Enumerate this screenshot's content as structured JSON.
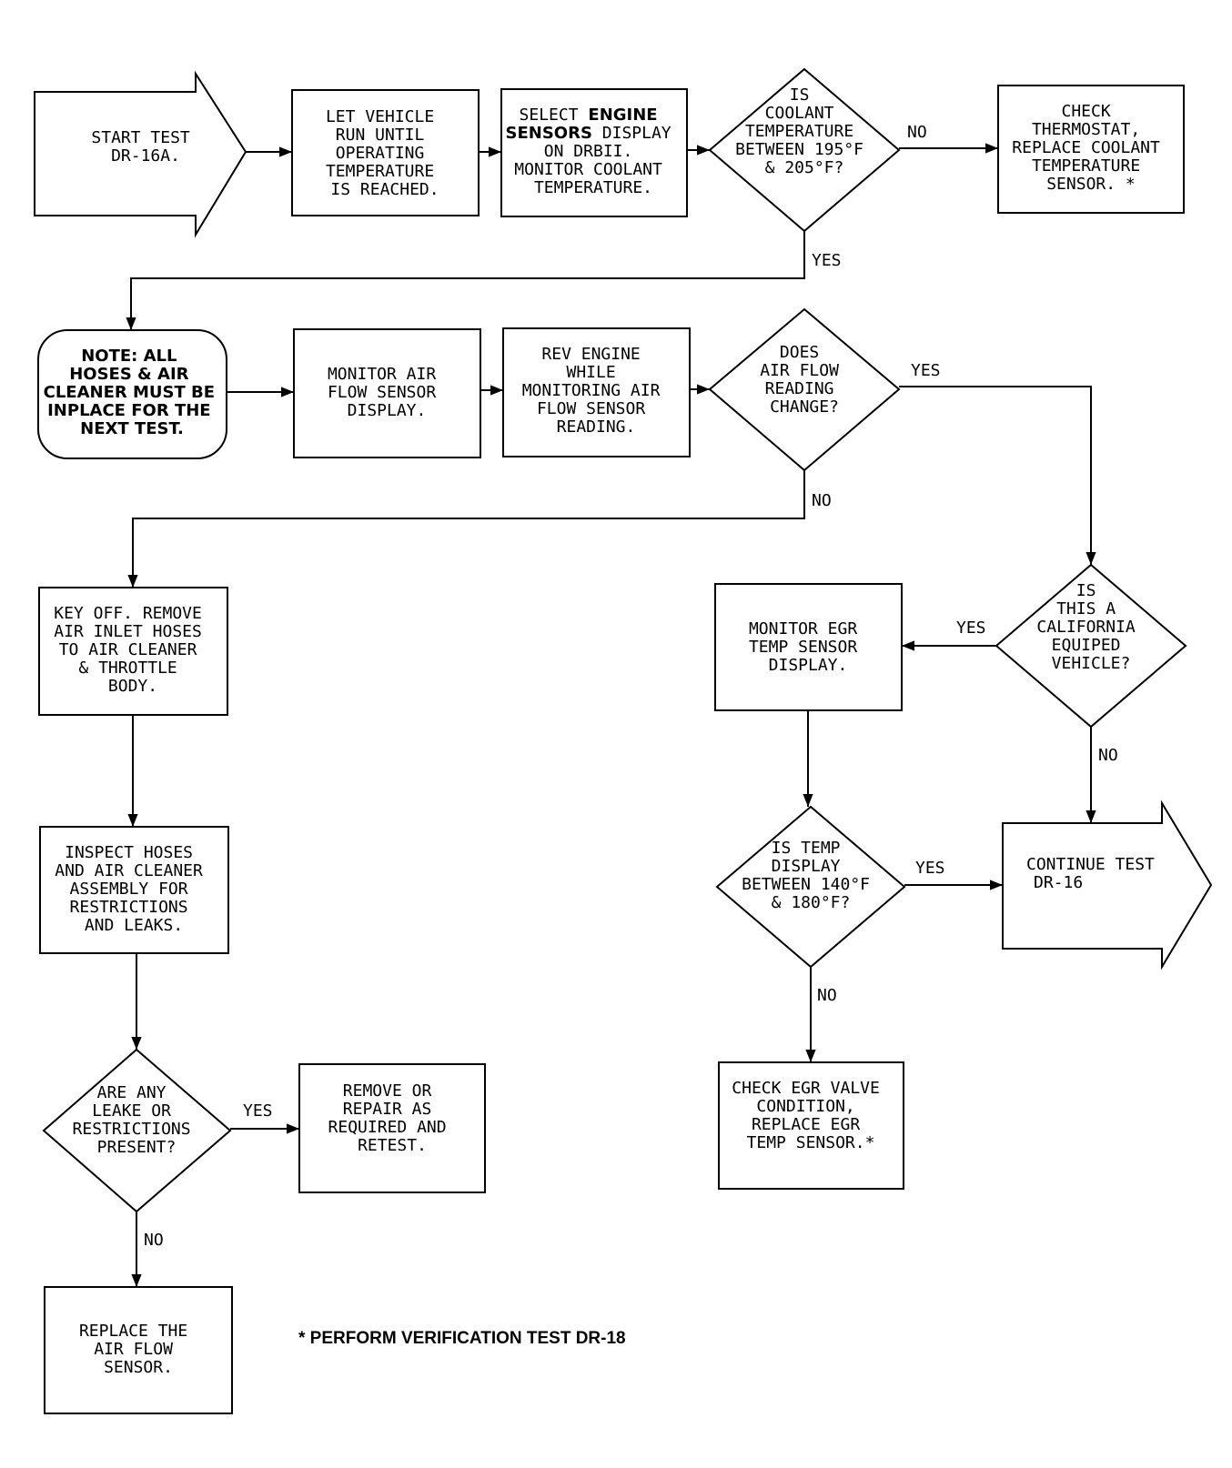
{
  "nodes": {
    "start": [
      "START TEST",
      "DR-16A."
    ],
    "let_vehicle_run": [
      "LET VEHICLE",
      "RUN UNTIL",
      "OPERATING",
      "TEMPERATURE",
      "IS REACHED."
    ],
    "select_engine_sensors": {
      "line1_prefix": "SELECT ",
      "line1_bold": "ENGINE",
      "line2_bold": "SENSORS",
      "line2_suffix": " DISPLAY",
      "rest": [
        "ON DRBII.",
        "MONITOR COOLANT",
        "TEMPERATURE."
      ]
    },
    "coolant_decision": [
      "IS",
      "COOLANT",
      "TEMPERATURE",
      "BETWEEN 195°F",
      "& 205°F?"
    ],
    "check_thermostat": [
      "CHECK",
      "THERMOSTAT,",
      "REPLACE COOLANT",
      "TEMPERATURE",
      "SENSOR. *"
    ],
    "note": [
      "NOTE:  ALL",
      "HOSES & AIR",
      "CLEANER MUST BE",
      "INPLACE FOR THE",
      "NEXT TEST."
    ],
    "monitor_air_flow": [
      "MONITOR AIR",
      "FLOW SENSOR",
      "DISPLAY."
    ],
    "rev_engine": [
      "REV ENGINE",
      "WHILE",
      "MONITORING AIR",
      "FLOW SENSOR",
      "READING."
    ],
    "air_flow_decision": [
      "DOES",
      "AIR FLOW",
      "READING",
      "CHANGE?"
    ],
    "key_off": [
      "KEY OFF. REMOVE",
      "AIR INLET HOSES",
      "TO AIR CLEANER",
      "& THROTTLE",
      "BODY."
    ],
    "california_decision": [
      "IS",
      "THIS A",
      "CALIFORNIA",
      "EQUIPED",
      "VEHICLE?"
    ],
    "monitor_egr": [
      "MONITOR EGR",
      "TEMP SENSOR",
      "DISPLAY."
    ],
    "inspect_hoses": [
      "INSPECT HOSES",
      "AND AIR CLEANER",
      "ASSEMBLY FOR",
      "RESTRICTIONS",
      "AND LEAKS."
    ],
    "egr_temp_decision": [
      "IS TEMP",
      "DISPLAY",
      "BETWEEN 140°F",
      "& 180°F?"
    ],
    "continue_test": [
      "CONTINUE TEST",
      "DR-16"
    ],
    "leaks_decision": [
      "ARE ANY",
      "LEAKE OR",
      "RESTRICTIONS",
      "PRESENT?"
    ],
    "remove_repair": [
      "REMOVE OR",
      "REPAIR AS",
      "REQUIRED AND",
      "RETEST."
    ],
    "check_egr_valve": [
      "CHECK EGR VALVE",
      "CONDITION,",
      "REPLACE EGR",
      "TEMP SENSOR.*"
    ],
    "replace_air_flow": [
      "REPLACE THE",
      "AIR FLOW",
      "SENSOR."
    ]
  },
  "edge_labels": {
    "coolant_no": "NO",
    "coolant_yes": "YES",
    "air_flow_yes": "YES",
    "air_flow_no": "NO",
    "california_yes": "YES",
    "california_no": "NO",
    "egr_yes": "YES",
    "egr_no": "NO",
    "leaks_yes": "YES",
    "leaks_no": "NO"
  },
  "footnote": "* PERFORM VERIFICATION TEST DR-18"
}
